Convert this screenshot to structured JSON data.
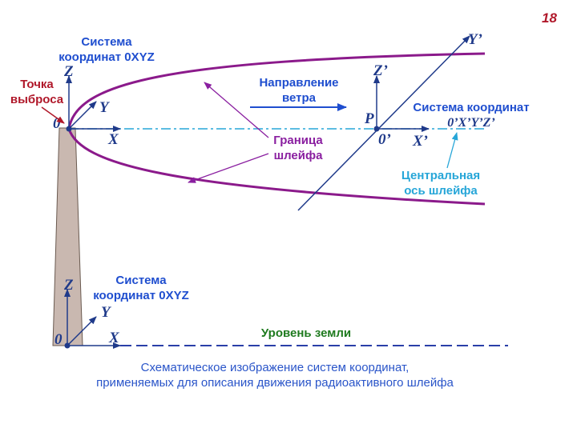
{
  "page_number": "18",
  "colors": {
    "axis": "#1f3a8a",
    "plume": "#8b1a8b",
    "stack": "#c9b8b0",
    "center_axis": "#27a6d8",
    "ground": "#2a3fa8",
    "wind_arrow": "#1f4ecf"
  },
  "labels": {
    "sys_top_line1": "Система",
    "sys_top_line2": "координат 0XYZ",
    "release_line1": "Точка",
    "release_line2": "выброса",
    "wind_line1": "Направление",
    "wind_line2": "ветра",
    "boundary_line1": "Граница",
    "boundary_line2": "шлейфа",
    "sys_right_line1": "Система координат",
    "sys_right_line2": "0’X’Y’Z’",
    "center_axis_line1": "Центральная",
    "center_axis_line2": "ось шлейфа",
    "sys_bottom_line1": "Система",
    "sys_bottom_line2": "координат 0XYZ",
    "ground_level": "Уровень земли",
    "caption_line1": "Схематическое изображение систем координат,",
    "caption_line2": "применяемых для описания движения радиоактивного шлейфа"
  },
  "axes": {
    "top": {
      "z": "Z",
      "y": "Y",
      "x": "X",
      "origin": "0"
    },
    "right": {
      "z": "Z’",
      "y": "Y’",
      "x": "X’",
      "origin": "0’",
      "point": "P"
    },
    "bottom": {
      "z": "Z",
      "y": "Y",
      "x": "X",
      "origin": "0"
    }
  }
}
